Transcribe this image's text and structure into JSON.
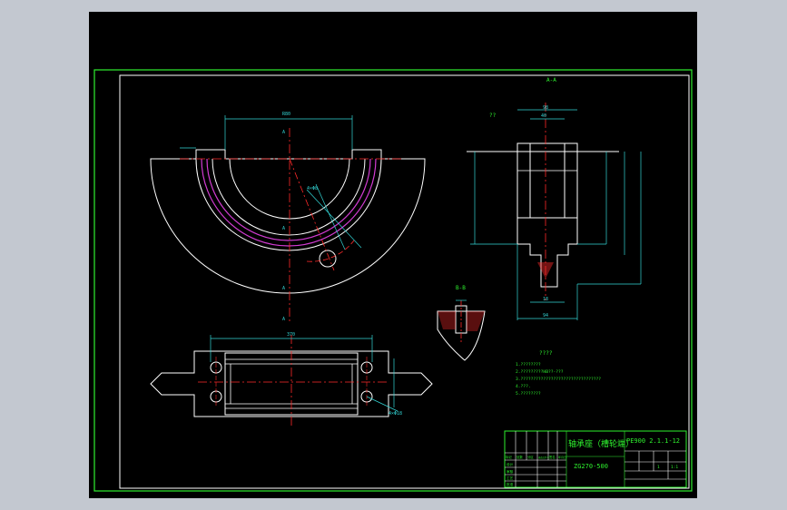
{
  "drawing": {
    "section_aa_label": "A-A",
    "section_bb_label": "B-B",
    "question_marks": "??",
    "tech_req_title": "????",
    "tech_req_items": [
      "1.????????",
      "2.?????????HB??-???",
      "3.????????????????????????????????",
      "4.???.",
      "5.????????"
    ]
  },
  "title_block": {
    "part_name": "轴承座（槽轮端）",
    "drawing_number": "PE900 2.1.1-12",
    "material": "ZG270-500",
    "row_labels": [
      "标记",
      "处数",
      "分区",
      "更改文件号",
      "签名",
      "年月日"
    ],
    "role_labels": [
      "设计",
      "审核",
      "工艺",
      "批准"
    ],
    "scale_cells": [
      "1",
      "1:1"
    ]
  },
  "colors": {
    "background": "#000000",
    "frame": "#2ef02e",
    "outline": "#ffffff",
    "centerline": "#ff2a2a",
    "dimension": "#33d6d6",
    "bore": "#d23cd2",
    "text": "#2ef02e"
  }
}
